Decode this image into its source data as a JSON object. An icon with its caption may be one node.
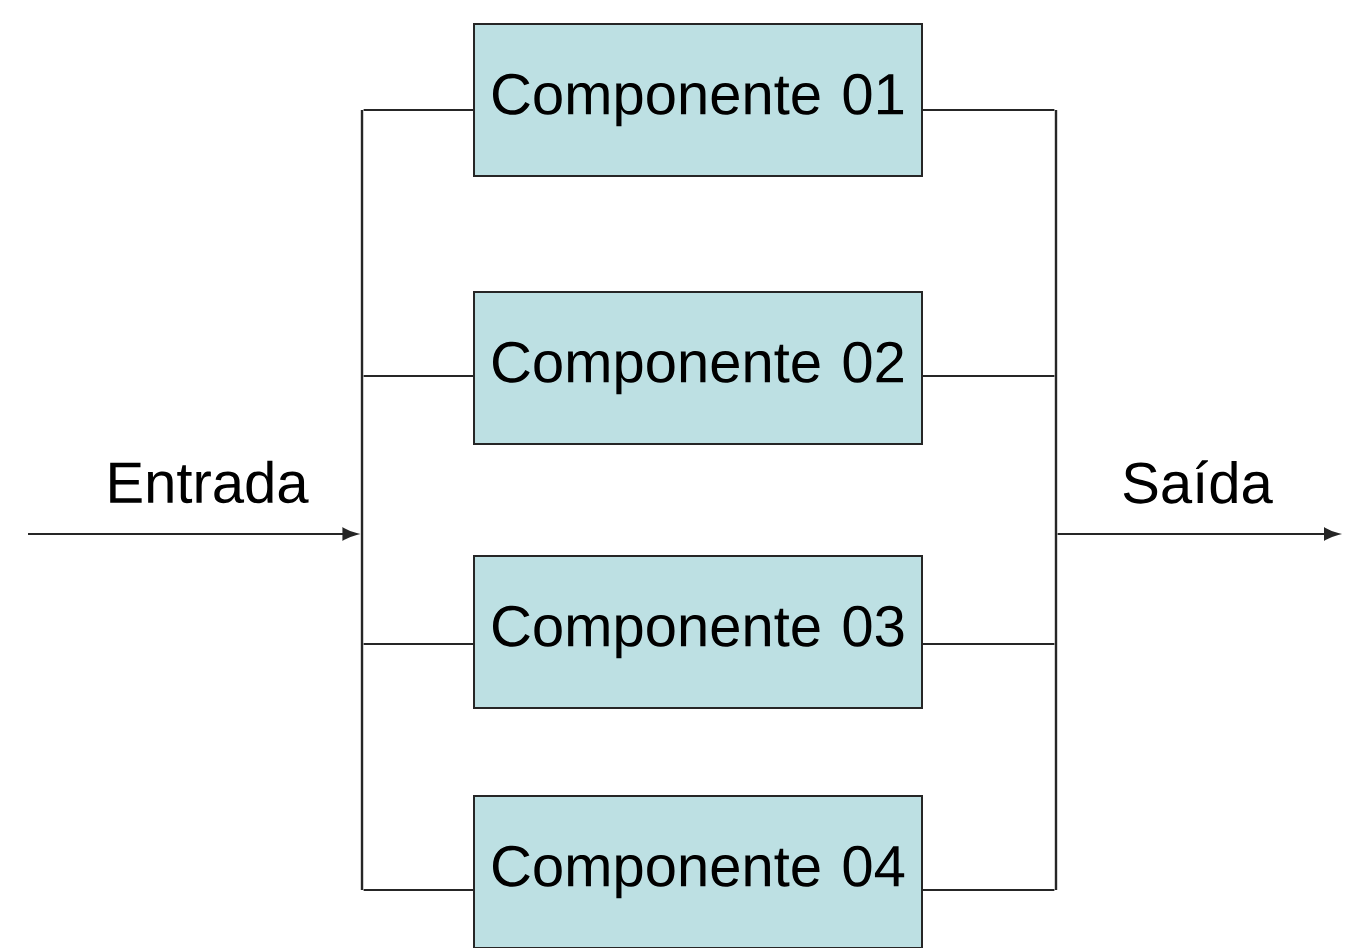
{
  "diagram": {
    "nodes": [
      {
        "text": [],
        "shape": "bar"
      },
      {
        "text": [
          "Componente 01"
        ]
      },
      {
        "text": [
          "Componente 02"
        ]
      },
      {
        "text": [
          "Componente 03"
        ]
      },
      {
        "text": [
          "Componente 04"
        ]
      },
      {
        "text": [],
        "shape": "bar"
      }
    ],
    "edges": [
      {
        "from": null,
        "to": 0,
        "arrow": "to",
        "label": "Entrada"
      },
      {
        "from": 0,
        "to": 1,
        "arrow": "none"
      },
      {
        "from": 0,
        "to": 2,
        "arrow": "none"
      },
      {
        "from": 0,
        "to": 3,
        "arrow": "none"
      },
      {
        "from": 0,
        "to": 4,
        "arrow": "none"
      },
      {
        "from": 1,
        "to": 5,
        "arrow": "none"
      },
      {
        "from": 2,
        "to": 5,
        "arrow": "none"
      },
      {
        "from": 3,
        "to": 5,
        "arrow": "none"
      },
      {
        "from": 4,
        "to": 5,
        "arrow": "none"
      },
      {
        "from": 5,
        "to": null,
        "arrow": "to",
        "label": "Saída"
      }
    ]
  }
}
